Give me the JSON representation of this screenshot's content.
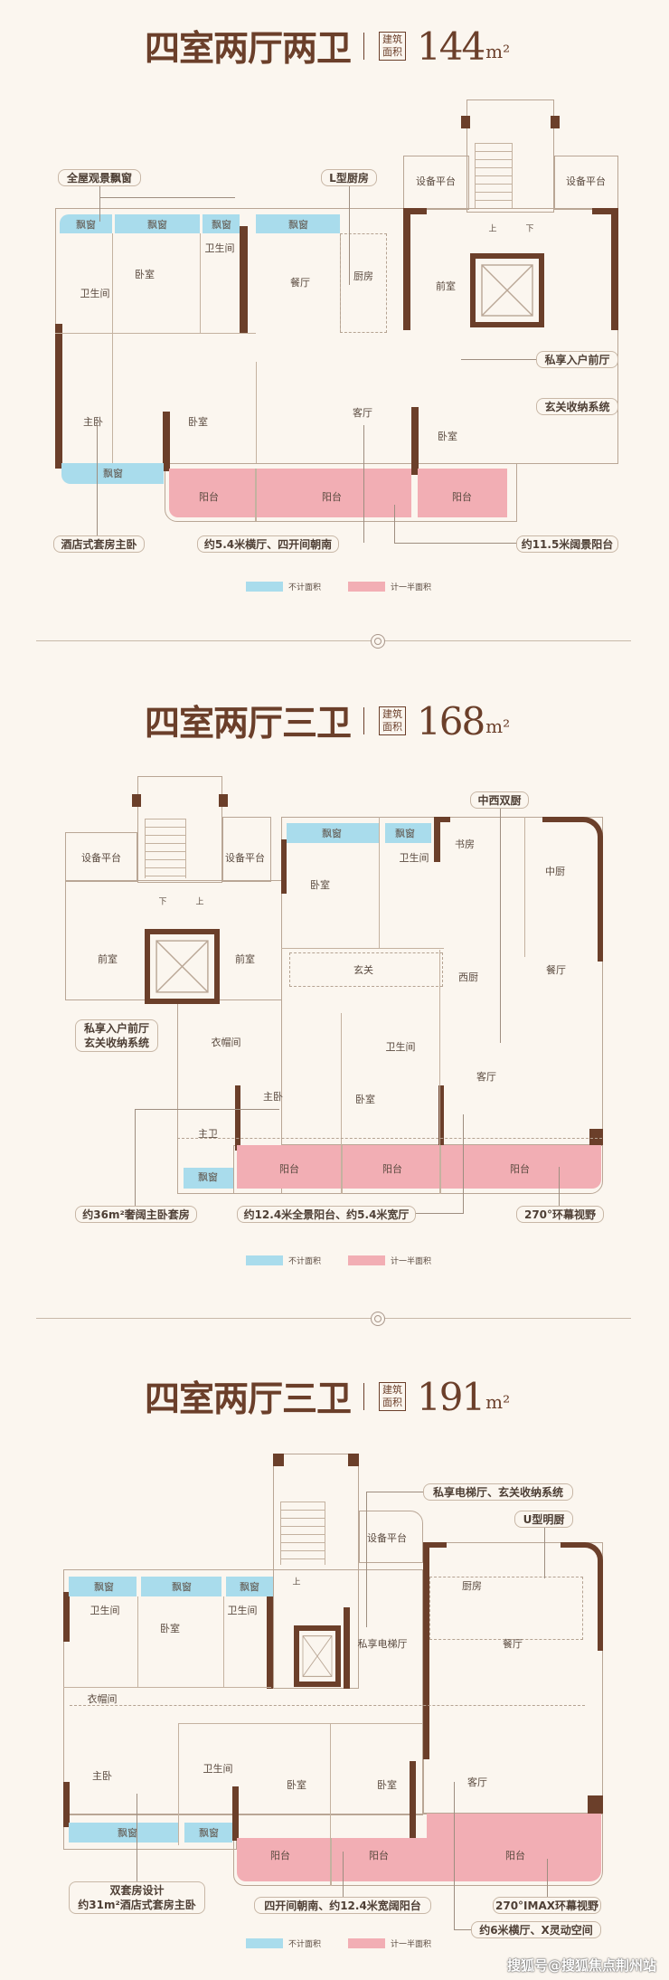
{
  "plans": [
    {
      "title": "四室两厅两卫",
      "area_label_1": "建筑",
      "area_label_2": "面积",
      "area_value": "144",
      "area_unit": "m²",
      "rooms": [
        "设备平台",
        "设备平台",
        "飘窗",
        "飘窗",
        "飘窗",
        "飘窗",
        "卫生间",
        "卧室",
        "卫生间",
        "餐厅",
        "厨房",
        "前室",
        "主卧",
        "卧室",
        "客厅",
        "卧室",
        "飘窗",
        "阳台",
        "阳台",
        "阳台",
        "上",
        "下"
      ],
      "callouts": [
        "全屋观景飘窗",
        "L型厨房",
        "私享入户前厅",
        "玄关收纳系统",
        "酒店式套房主卧",
        "约5.4米横厅、四开间朝南",
        "约11.5米阔景阳台"
      ]
    },
    {
      "title": "四室两厅三卫",
      "area_label_1": "建筑",
      "area_label_2": "面积",
      "area_value": "168",
      "area_unit": "m²",
      "rooms": [
        "设备平台",
        "设备平台",
        "飘窗",
        "飘窗",
        "卧室",
        "卫生间",
        "书房",
        "中厨",
        "前室",
        "前室",
        "玄关",
        "西厨",
        "餐厅",
        "衣帽间",
        "主卧",
        "卧室",
        "卫生间",
        "客厅",
        "主卫",
        "飘窗",
        "阳台",
        "阳台",
        "阳台",
        "下",
        "上"
      ],
      "callouts": [
        "中西双厨",
        "私享入户前厅",
        "玄关收纳系统",
        "约36m²奢阔主卧套房",
        "约12.4米全景阳台、约5.4米宽厅",
        "270°环幕视野"
      ]
    },
    {
      "title": "四室两厅三卫",
      "area_label_1": "建筑",
      "area_label_2": "面积",
      "area_value": "191",
      "area_unit": "m²",
      "rooms": [
        "设备平台",
        "飘窗",
        "飘窗",
        "飘窗",
        "卫生间",
        "卧室",
        "卫生间",
        "厨房",
        "私享电梯厅",
        "餐厅",
        "衣帽间",
        "卫生间",
        "主卧",
        "卧室",
        "卧室",
        "客厅",
        "飘窗",
        "飘窗",
        "阳台",
        "阳台",
        "阳台",
        "上"
      ],
      "callouts": [
        "私享电梯厅、玄关收纳系统",
        "U型明厨",
        "双套房设计",
        "约31m²酒店式套房主卧",
        "四开间朝南、约12.4米宽阔阳台",
        "270°IMAX环幕视野",
        "约6米横厅、X灵动空间"
      ]
    }
  ],
  "legend": {
    "not_counted": "不计面积",
    "half_counted": "计一半面积",
    "not_counted_color": "#a9dcec",
    "half_counted_color": "#f2aeb4"
  },
  "colors": {
    "background": "#fbf6ef",
    "wall": "#6b3f2a"
  },
  "watermark": "搜狐号@搜狐焦点荆州站"
}
